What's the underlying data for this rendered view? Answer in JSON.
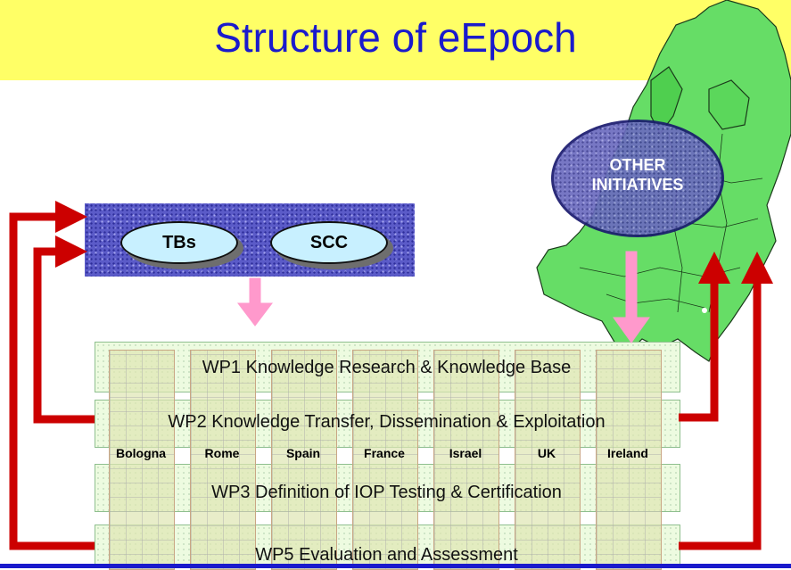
{
  "title": "Structure of eEpoch",
  "top_box": {
    "ovals": [
      "TBs",
      "SCC"
    ]
  },
  "other_initiatives": [
    "OTHER",
    "INITIATIVES"
  ],
  "work_packages": {
    "wp1": "WP1 Knowledge Research & Knowledge Base",
    "wp2": "WP2 Knowledge Transfer, Dissemination & Exploitation",
    "wp3": "WP3 Definition of IOP Testing & Certification",
    "wp5": "WP5 Evaluation and Assessment"
  },
  "locations": [
    "Bologna",
    "Rome",
    "Spain",
    "France",
    "Israel",
    "UK",
    "Ireland"
  ],
  "colors": {
    "title_bar": "#ffff66",
    "title_text": "#1a1acc",
    "feedback_arrows": "#cc0000",
    "flow_arrows": "#ff99cc",
    "europe_map": "#66dd66",
    "location_columns": "#f7d3a8"
  }
}
